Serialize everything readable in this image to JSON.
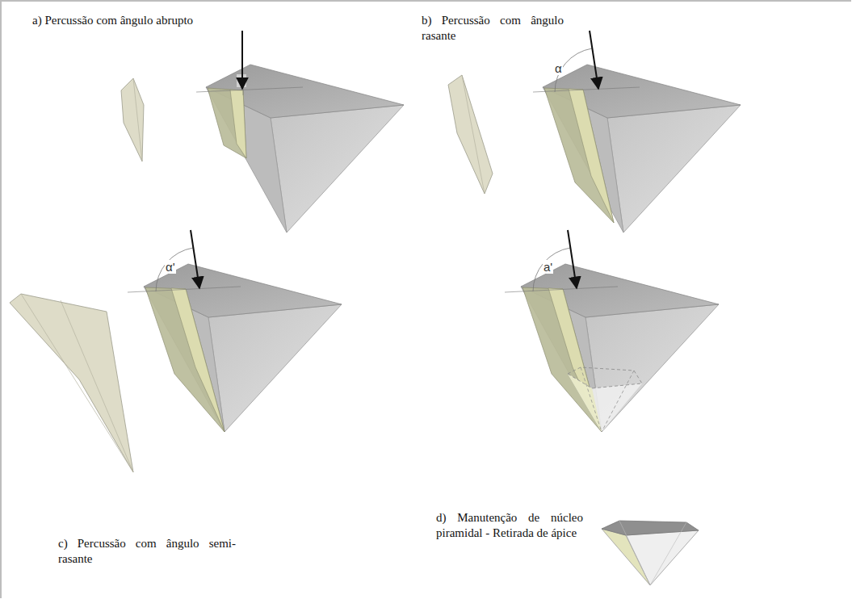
{
  "diagram": {
    "labels": [
      "a) Percussão com ângulo abrupto",
      "b) Percussão com ângulo rasante",
      "α",
      "α'",
      "c) Percussão com ângulo semi-rasante",
      "a'",
      "d) Manutenção de núcleo piramidal - Retirada de ápice"
    ]
  }
}
